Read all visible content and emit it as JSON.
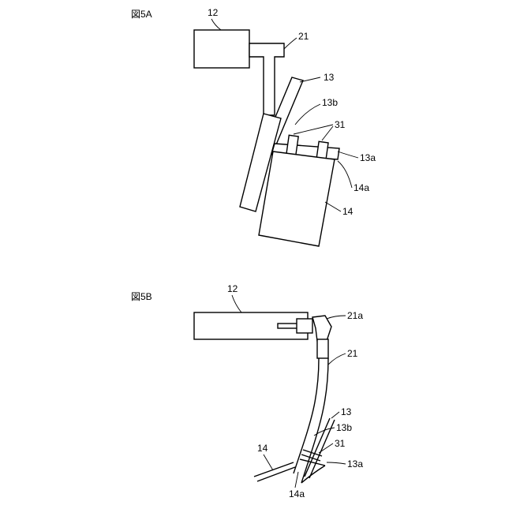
{
  "figures": [
    {
      "title": "図5A",
      "labels": {
        "l12": "12",
        "l21": "21",
        "l13": "13",
        "l13b": "13b",
        "l31": "31",
        "l13a": "13a",
        "l14a": "14a",
        "l14": "14"
      }
    },
    {
      "title": "図5B",
      "labels": {
        "l12": "12",
        "l21a": "21a",
        "l21": "21",
        "l13": "13",
        "l13b": "13b",
        "l31": "31",
        "l13a": "13a",
        "l14": "14",
        "l14a": "14a"
      }
    }
  ]
}
